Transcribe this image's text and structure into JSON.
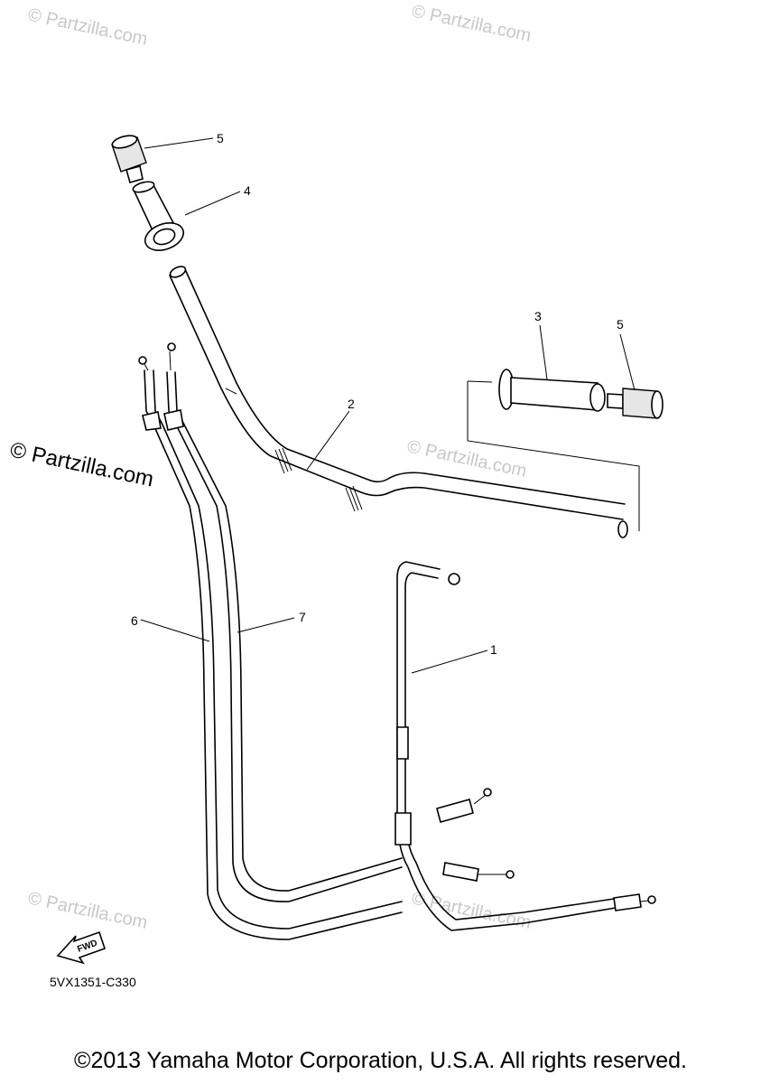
{
  "watermarks": {
    "main": "© Partzilla.com",
    "faint": "© Partzilla.com"
  },
  "callouts": {
    "c1": "1",
    "c2": "2",
    "c3": "3",
    "c4": "4",
    "c5a": "5",
    "c5b": "5",
    "c6": "6",
    "c7": "7"
  },
  "fwd_label": "FWD",
  "diagram_code": "5VX1351-C330",
  "copyright": "©2013 Yamaha Motor Corporation, U.S.A. All rights reserved."
}
